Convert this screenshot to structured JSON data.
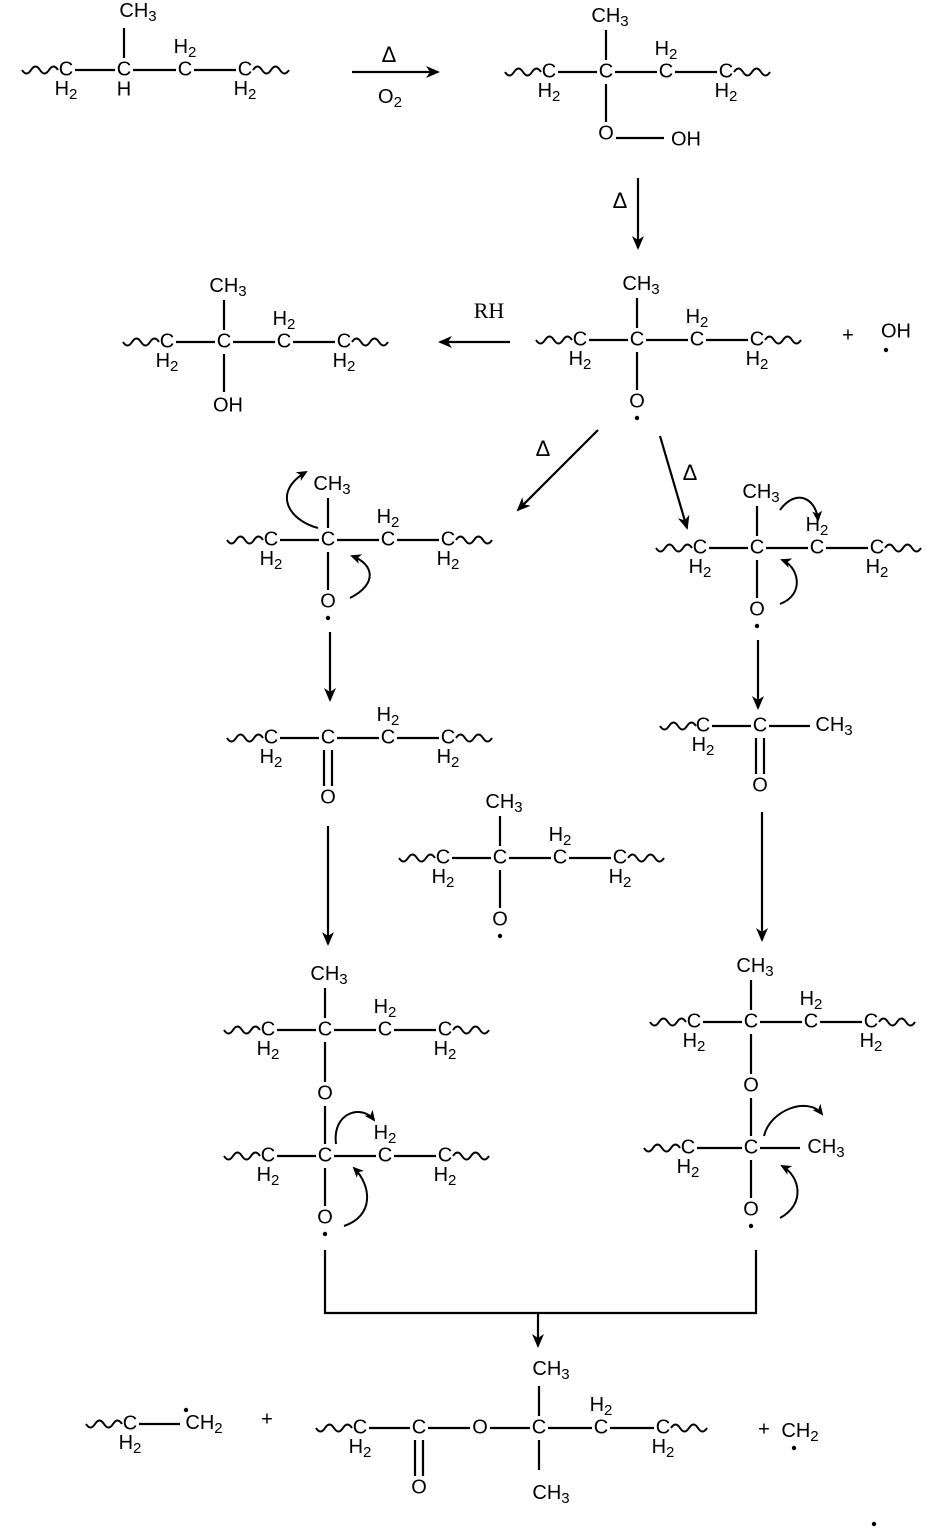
{
  "labels": {
    "delta": "Δ",
    "o2": "O",
    "o2_sub": "2",
    "rh": "RH",
    "plus": "+",
    "oh_radical": "OH",
    "ch2_radical": "CH",
    "ch2_sub": "2",
    "ch3": "CH",
    "ch3_sub": "3",
    "h2": "H",
    "h2_sub": "2",
    "c": "C",
    "h": "H",
    "o": "O",
    "oh": "OH"
  }
}
